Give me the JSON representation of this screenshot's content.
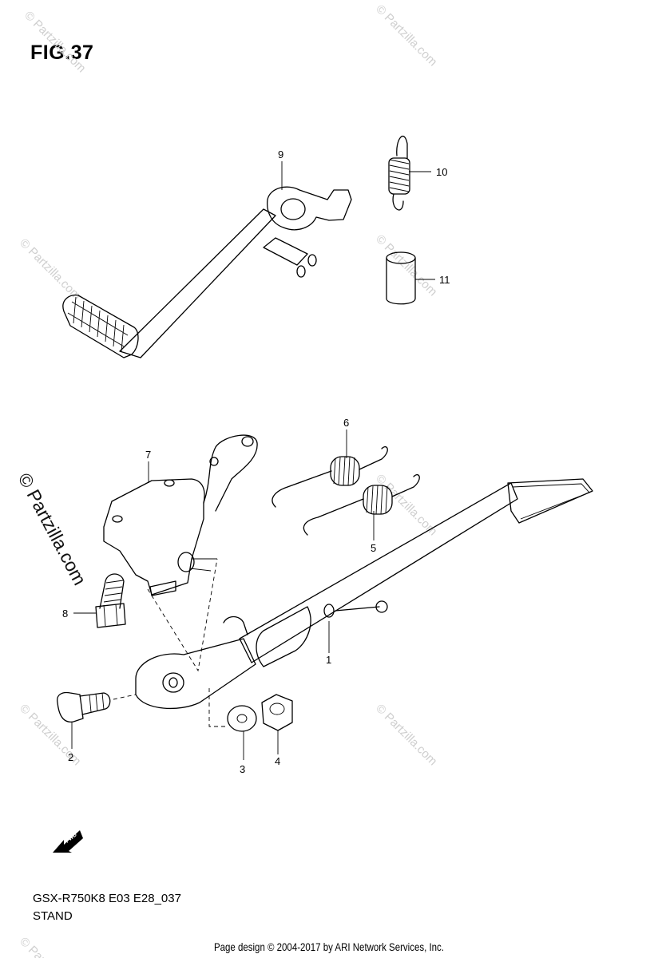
{
  "figure": {
    "title": "FIG.37",
    "model_code": "GSX-R750K8 E03 E28_037",
    "section": "STAND"
  },
  "footer": "Page design © 2004-2017 by ARI Network Services, Inc.",
  "watermark": {
    "small": "© Partzilla.com",
    "large": "© Partzilla.com"
  },
  "fwd_label": "FWD",
  "callouts": [
    "1",
    "2",
    "3",
    "4",
    "5",
    "6",
    "7",
    "8",
    "9",
    "10",
    "11"
  ],
  "colors": {
    "line": "#000000",
    "watermark": "#cfcfcf"
  }
}
